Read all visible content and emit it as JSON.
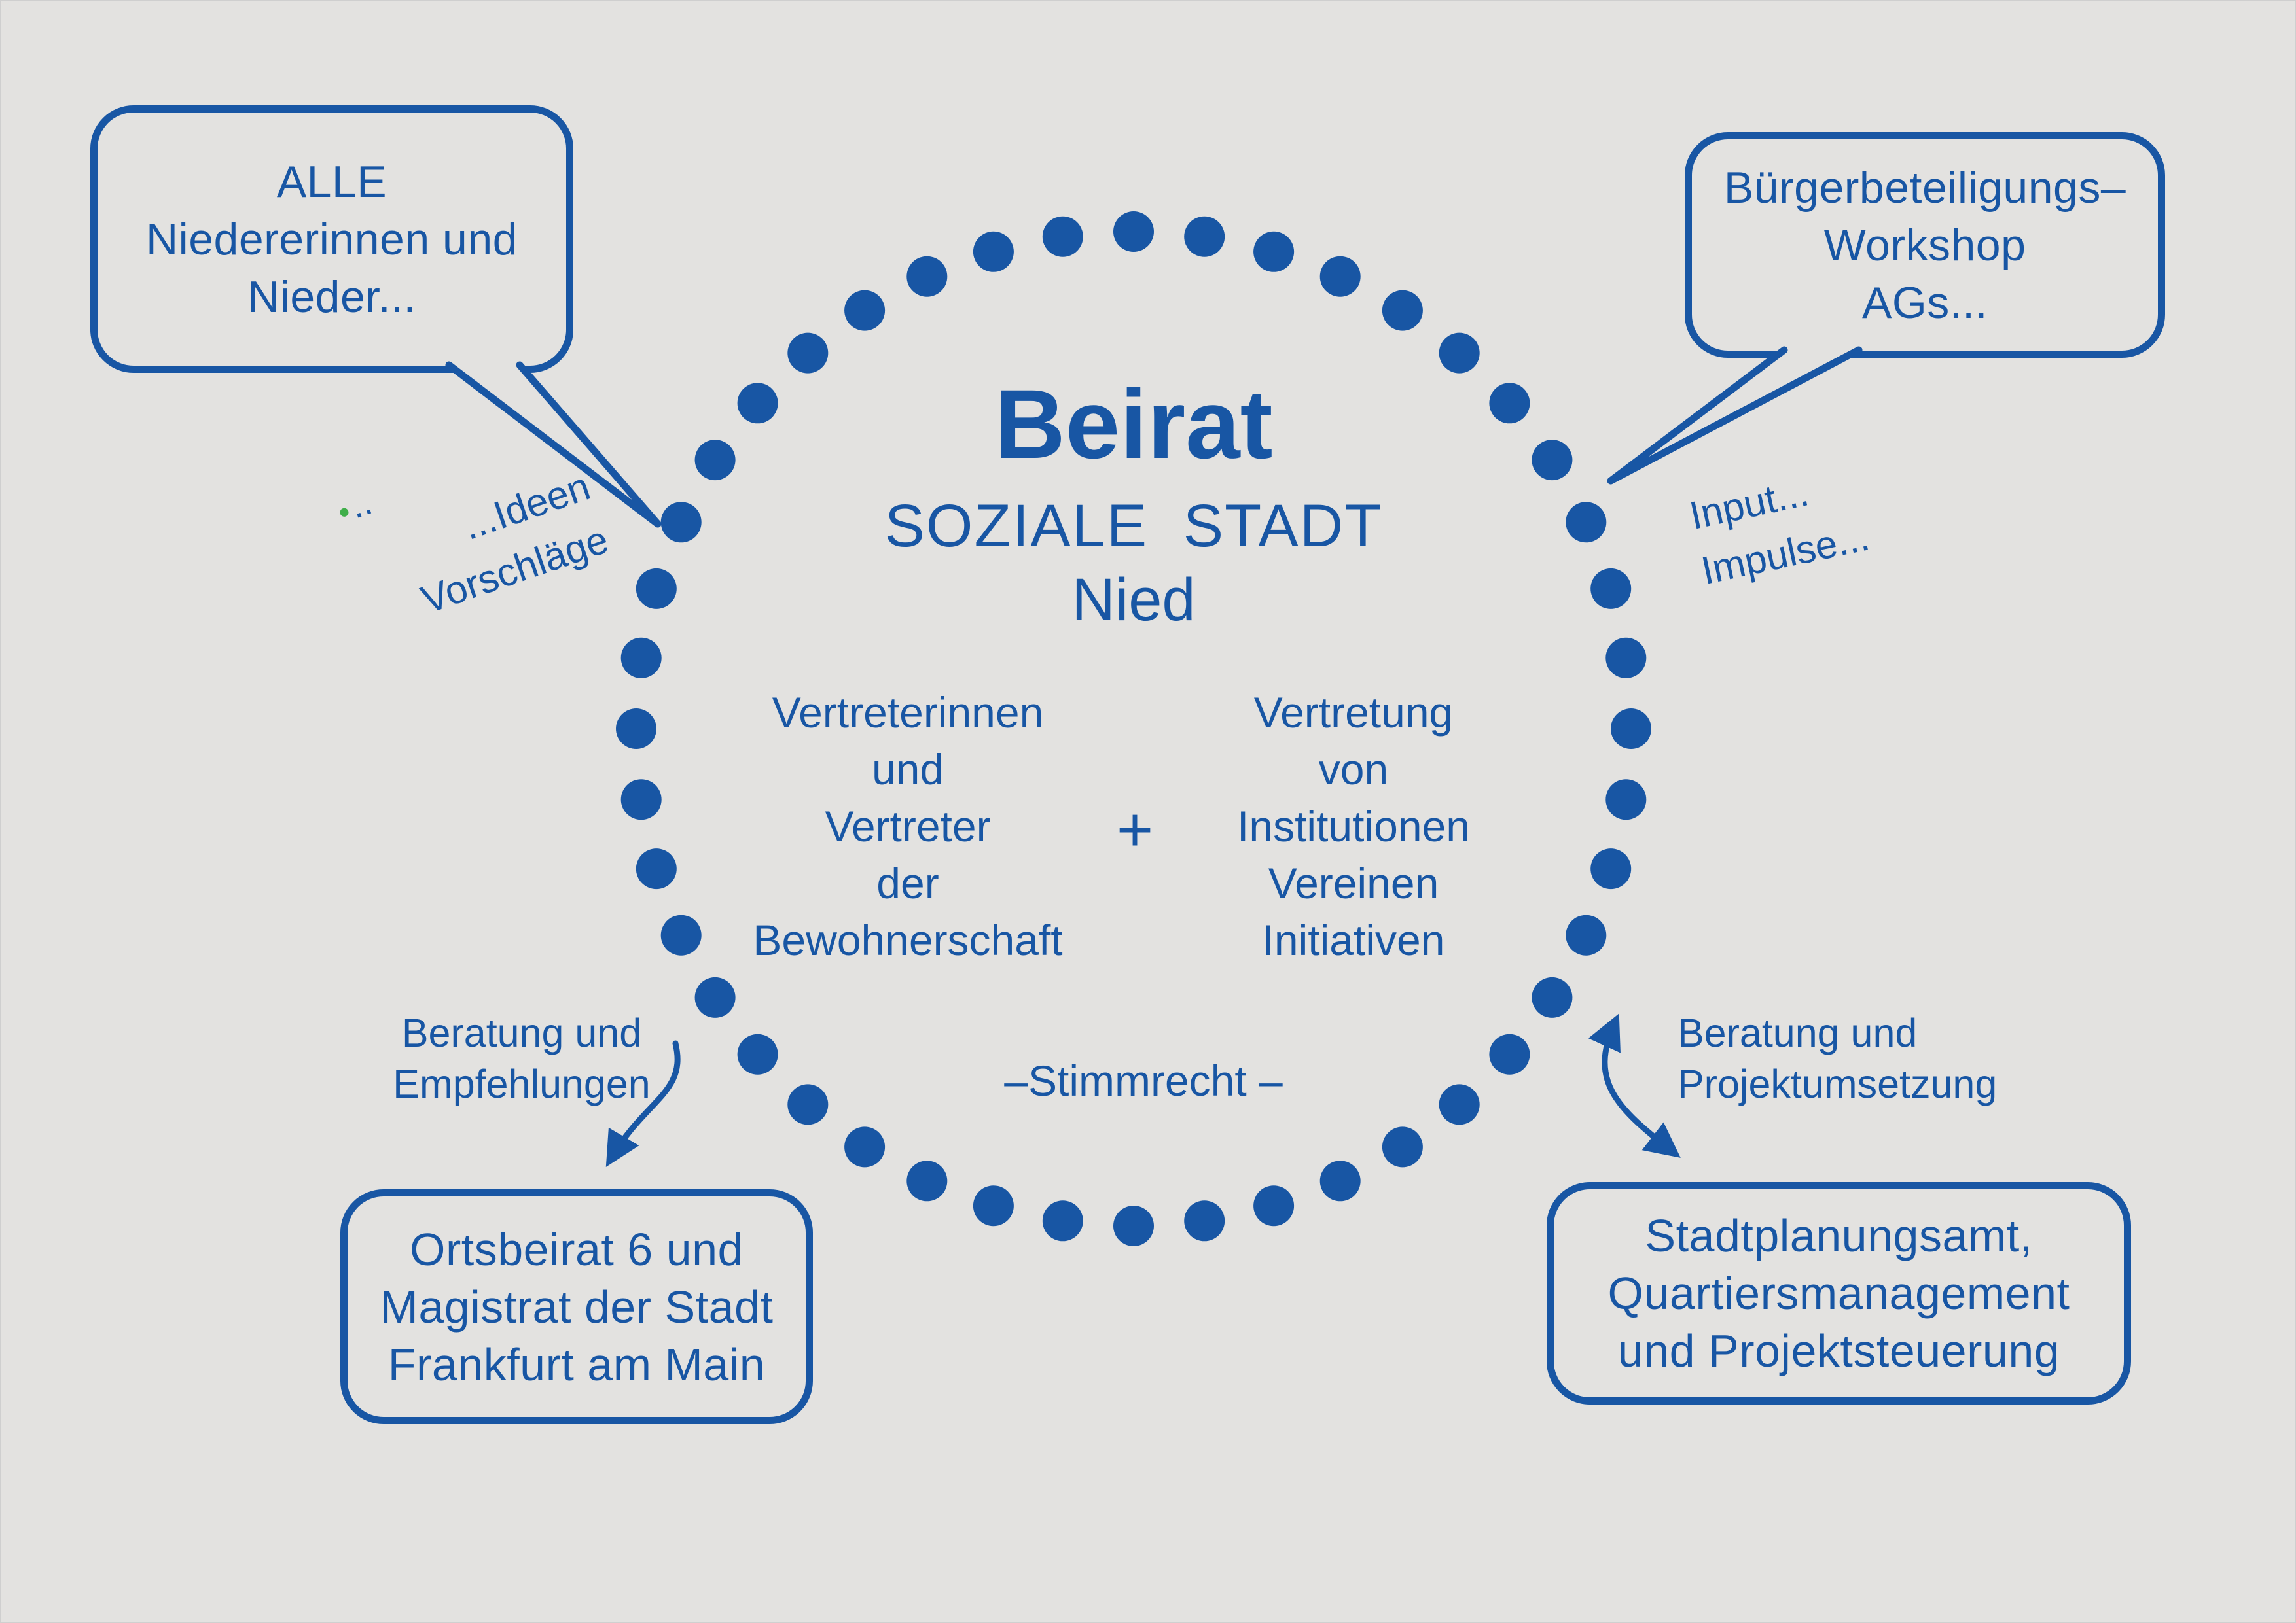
{
  "colors": {
    "primary": "#1856a4",
    "background": "#e3e2e0",
    "accent_green": "#3fae49"
  },
  "center": {
    "title": "Beirat",
    "subtitle": "SOZIALE STADT",
    "place": "Nied",
    "left_column": [
      "Vertreterinnen",
      "und",
      "Vertreter",
      "der",
      "Bewohnerschaft"
    ],
    "plus_sign": "+",
    "right_column": [
      "Vertretung",
      "von",
      "Institutionen",
      "Vereinen",
      "Initiativen"
    ],
    "voting_note": "–Stimmrecht –"
  },
  "bubbles": {
    "top_left": {
      "lines": [
        "ALLE",
        "Niedererinnen und",
        "Nieder..."
      ]
    },
    "top_right": {
      "lines": [
        "Bürgerbeteiligungs–",
        "Workshop",
        "AGs..."
      ]
    },
    "bottom_left": {
      "lines": [
        "Ortsbeirat 6 und",
        "Magistrat der Stadt",
        "Frankfurt am Main"
      ]
    },
    "bottom_right": {
      "lines": [
        "Stadtplanungsamt,",
        "Quartiersmanagement",
        "und Projektsteuerung"
      ]
    }
  },
  "labels": {
    "ideas": {
      "dots_prefix": "..",
      "lines": [
        "...Ideen",
        "Vorschläge"
      ]
    },
    "input": {
      "lines": [
        "Input...",
        "Impulse..."
      ]
    },
    "advice_left": {
      "lines": [
        "Beratung und",
        "Empfehlungen"
      ]
    },
    "advice_right": {
      "lines": [
        "Beratung und",
        "Projektumsetzung"
      ]
    }
  }
}
